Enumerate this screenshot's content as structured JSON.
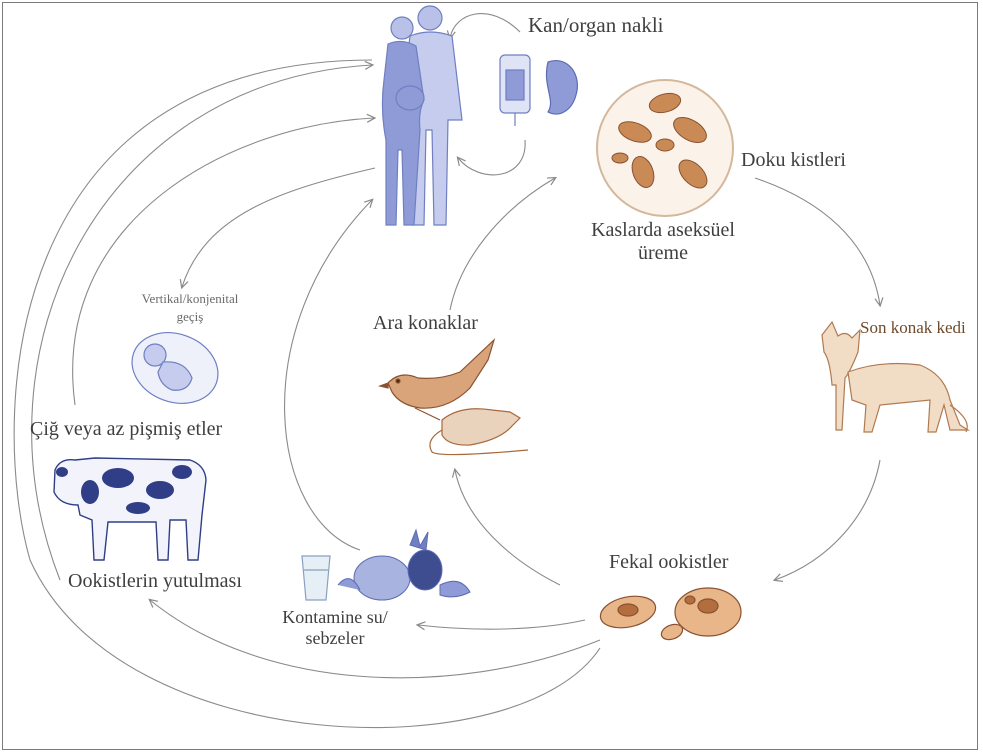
{
  "diagram": {
    "labels": {
      "transplant": "Kan/organ nakli",
      "tissue_cysts": "Doku kistleri",
      "asexual_line1": "Kaslarda aseksüel",
      "asexual_line2": "üreme",
      "definitive_host": "Son konak kedi",
      "intermediate_hosts": "Ara konaklar",
      "fecal_oocysts": "Fekal ookistler",
      "contaminated_line1": "Kontamine su/",
      "contaminated_line2": "sebzeler",
      "vertical_line1": "Vertikal/konjenital",
      "vertical_line2": "geçiş",
      "raw_meat": "Çiğ veya az pişmiş etler",
      "oocyst_ingestion": "Ookistlerin yutulması"
    },
    "icons": [
      "humans-icon",
      "blood-bag-icon",
      "kidney-icon",
      "tissue-cyst-icon",
      "cat-icon",
      "bird-icon",
      "rat-icon",
      "oocyst-icon",
      "water-glass-icon",
      "vegetables-icon",
      "fetus-icon",
      "cow-icon"
    ],
    "colors": {
      "human_blue": "#6f7fc2",
      "brown": "#a8683c",
      "arrow": "#8a8a8a",
      "text": "#3f3f3f"
    }
  }
}
